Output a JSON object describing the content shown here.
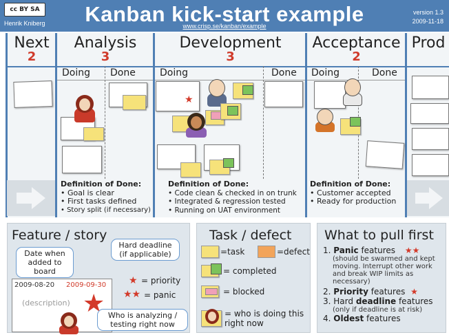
{
  "header": {
    "license_badge": "cc BY SA",
    "author": "Henrik Kniberg",
    "title": "Kanban kick-start example",
    "url": "www.crisp.se/kanban/example",
    "version": "version 1.3",
    "date": "2009-11-18"
  },
  "columns": [
    {
      "name": "Next",
      "limit": "2"
    },
    {
      "name": "Analysis",
      "limit": "3"
    },
    {
      "name": "Development",
      "limit": "3"
    },
    {
      "name": "Acceptance",
      "limit": "2"
    },
    {
      "name": "Prod",
      "limit": ""
    }
  ],
  "subcolumns": {
    "analysis_doing": "Doing",
    "analysis_done": "Done",
    "development_doing": "Doing",
    "development_done": "Done",
    "acceptance_doing": "Doing",
    "acceptance_done": "Done"
  },
  "definitions_of_done": {
    "analysis": {
      "heading": "Definition of Done:",
      "items": [
        "• Goal is clear",
        "• First tasks defined",
        "• Story split (if necessary)"
      ]
    },
    "development": {
      "heading": "Definition of Done:",
      "items": [
        "• Code clean & checked in on trunk",
        "• Integrated & regression tested",
        "• Running on UAT environment"
      ]
    },
    "acceptance": {
      "heading": "Definition of Done:",
      "items": [
        "• Customer accepted",
        "• Ready for production"
      ]
    }
  },
  "legend_story": {
    "title": "Feature / story",
    "date_bubble": "Date when added to board",
    "deadline_bubble": "Hard deadline (if applicable)",
    "date_added": "2009-08-20",
    "deadline": "2009-09-30",
    "description": "(description)",
    "priority_label": "= priority",
    "panic_label": "= panic",
    "analyzing_bubble": "Who is analyzing / testing right now"
  },
  "legend_task": {
    "title": "Task / defect",
    "task_label": "=task",
    "defect_label": "=defect",
    "completed_label": "= completed",
    "blocked_label": "= blocked",
    "who_label": "= who is doing this right now"
  },
  "legend_pull": {
    "title": "What to pull first",
    "items": [
      {
        "num": "1.",
        "bold": "Panic",
        "rest": " features",
        "sub": "(should be swarmed and kept moving. Interrupt other work and break WIP limits as necessary)"
      },
      {
        "num": "2.",
        "bold": "Priority",
        "rest": " features",
        "sub": ""
      },
      {
        "num": "3.",
        "bold": "deadline",
        "prefix": "Hard ",
        "rest": " features",
        "sub": "(only if deadline is at risk)"
      },
      {
        "num": "4.",
        "bold": "Oldest",
        "rest": " features",
        "sub": ""
      }
    ]
  },
  "colors": {
    "header_blue": "#4f7fb4",
    "wip_red": "#d03a2a",
    "task_yellow": "#f6e27a",
    "done_green": "#7cc35b",
    "defect_orange": "#f2a45a",
    "blocked_pink": "#f0a0b8"
  },
  "icons": [
    "cc-license-icon",
    "priority-star-icon",
    "panic-stars-icon",
    "person-avatar-icon",
    "flow-arrow-icon"
  ]
}
